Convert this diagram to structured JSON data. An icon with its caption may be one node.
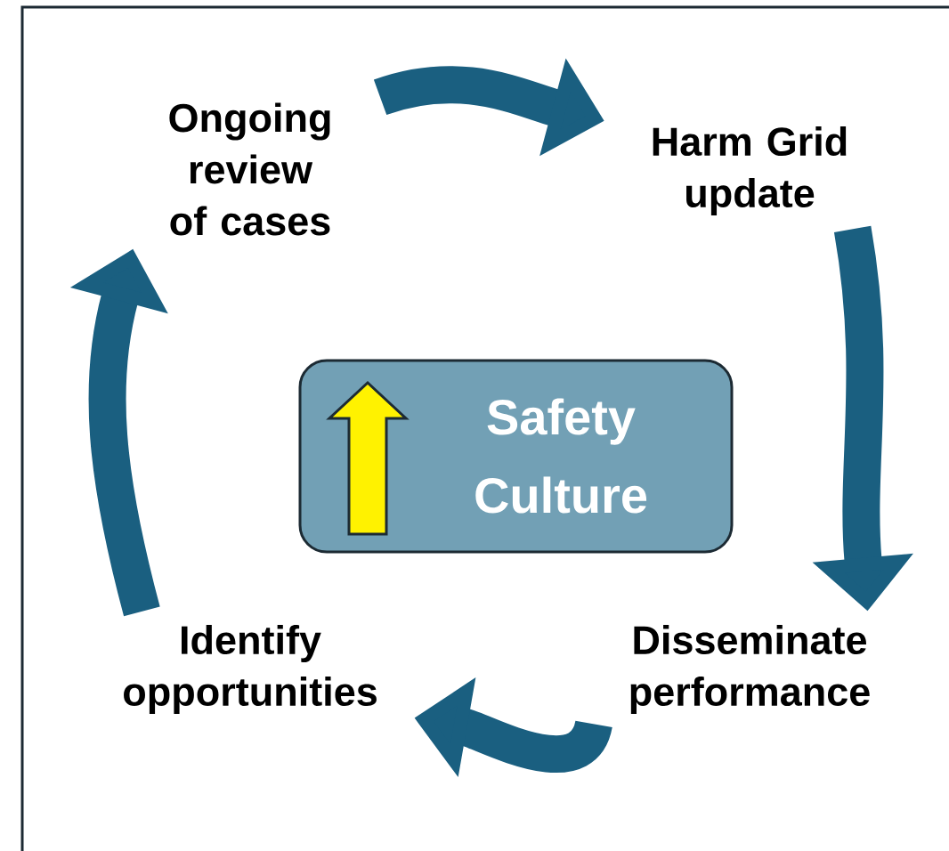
{
  "diagram": {
    "nodes": [
      {
        "text": [
          "Ongoing review of cases"
        ]
      },
      {
        "text": [
          "Harm Grid update"
        ]
      },
      {
        "text": [
          "Disseminate performance"
        ]
      },
      {
        "text": [
          "Identify opportunities"
        ]
      },
      {
        "text": [
          "Safety Culture"
        ]
      }
    ],
    "edges": [
      {
        "from": 0,
        "to": 1,
        "arrow": "to"
      },
      {
        "from": 1,
        "to": 2,
        "arrow": "to"
      },
      {
        "from": 2,
        "to": 3,
        "arrow": "to"
      },
      {
        "from": 3,
        "to": 0,
        "arrow": "to"
      }
    ]
  }
}
